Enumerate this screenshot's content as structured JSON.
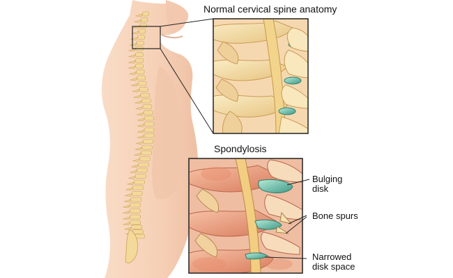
{
  "labels": {
    "normal_title": "Normal cervical spine anatomy",
    "spondylosis_title": "Spondylosis",
    "bulging_disk_line1": "Bulging",
    "bulging_disk_line2": "disk",
    "bone_spurs": "Bone spurs",
    "narrowed_line1": "Narrowed",
    "narrowed_line2": "disk space"
  },
  "colors": {
    "skin": "#f7d5bd",
    "skin_shade": "#eebba0",
    "bone": "#f6e3b0",
    "bone_dark": "#d9b56e",
    "disk_normal": "#8fd3c2",
    "disk_dark": "#3e9a86",
    "inflamed": "#e9a07f",
    "frame": "#222222"
  }
}
